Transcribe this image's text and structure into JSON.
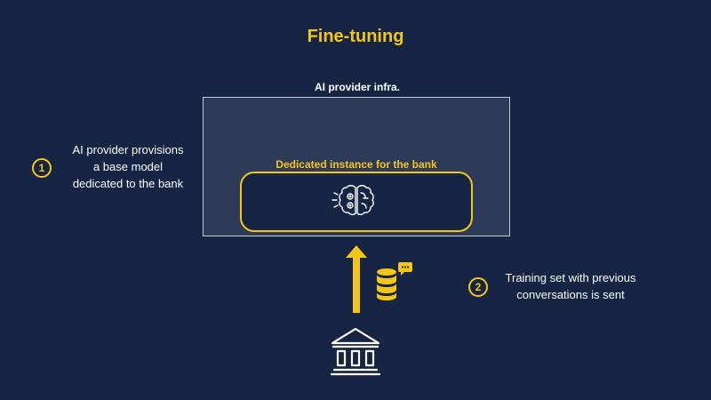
{
  "title": "Fine-tuning",
  "infra": {
    "label": "AI provider  infra."
  },
  "instance": {
    "label": "Dedicated instance  for the bank"
  },
  "steps": [
    {
      "number": "1",
      "lines": [
        "AI provider provisions",
        "a base model",
        "dedicated to the bank"
      ]
    },
    {
      "number": "2",
      "lines": [
        "Training set with previous",
        "conversations is sent"
      ]
    }
  ],
  "icons": {
    "brain": "brain-icon",
    "arrow": "arrow-up-icon",
    "database": "database-chat-icon",
    "bank": "bank-building-icon"
  },
  "colors": {
    "background": "#152543",
    "accent": "#f5c518",
    "infra_fill": "#2e3b58",
    "text": "#ffffff"
  }
}
